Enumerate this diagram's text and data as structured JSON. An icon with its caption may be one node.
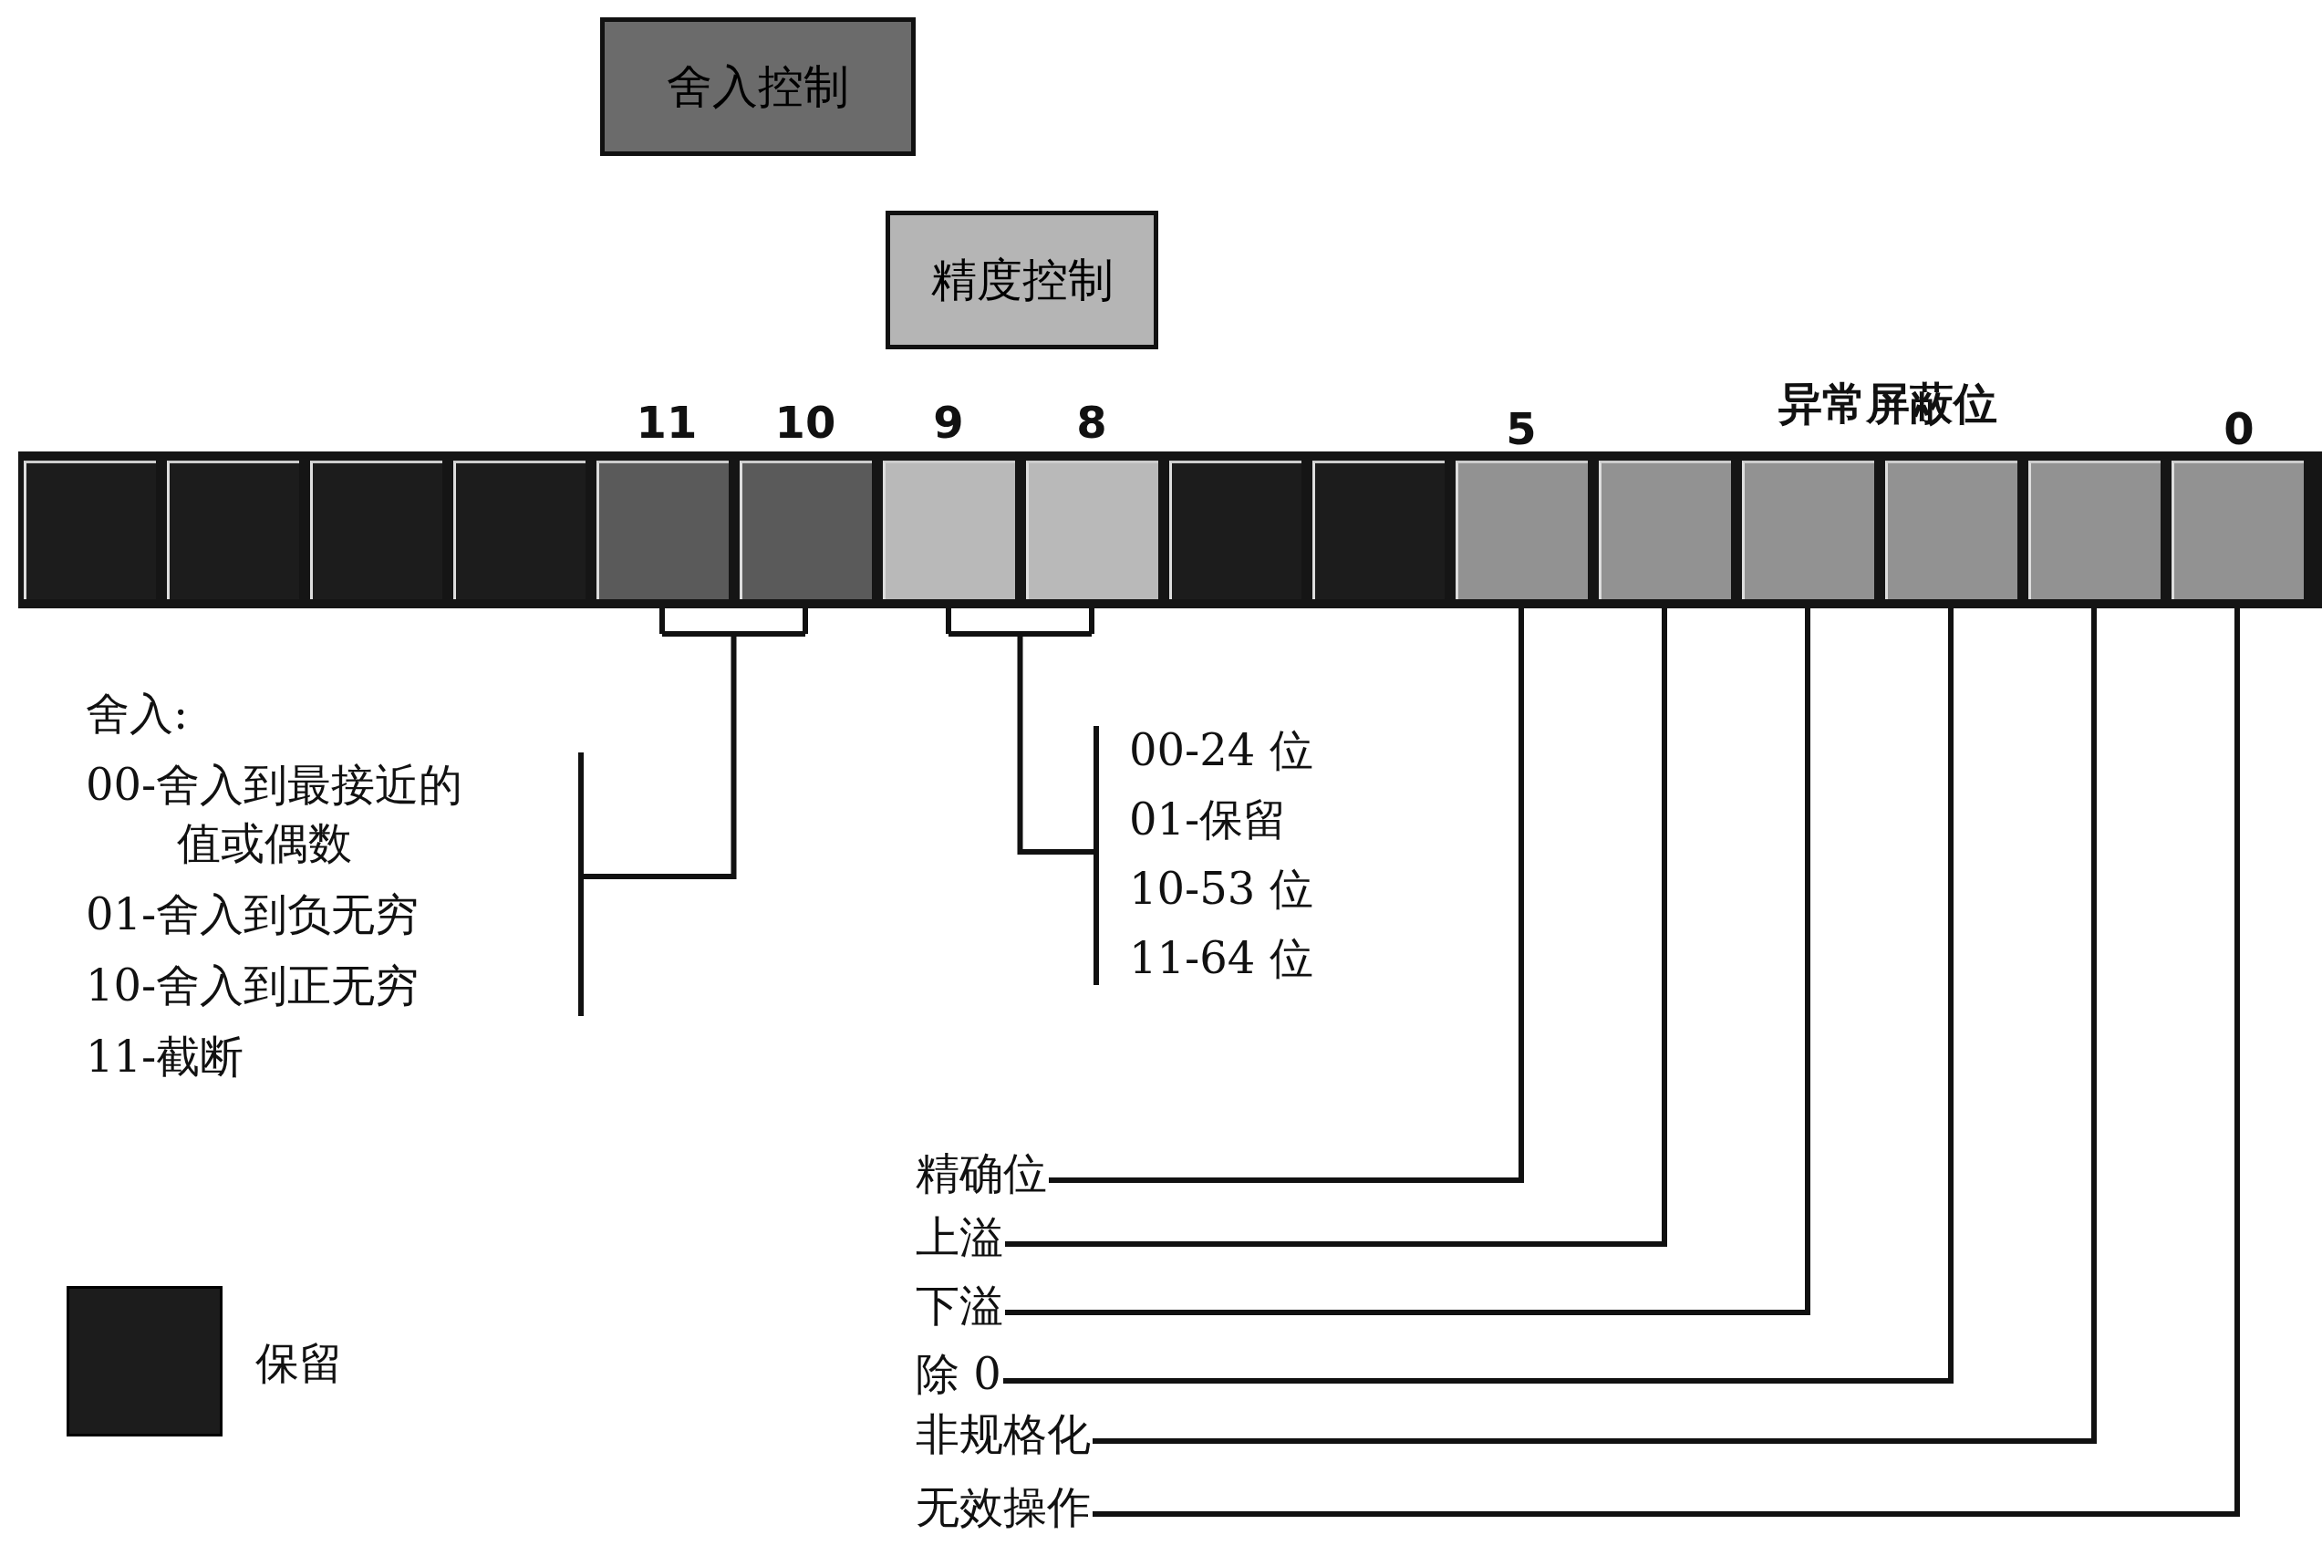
{
  "diagram": {
    "nodes": [
      {
        "text": [
          "舍入控制"
        ]
      },
      {
        "text": [
          "精度控制"
        ]
      },
      {
        "text": [],
        "shape": "box"
      },
      {
        "text": [],
        "shape": "box"
      },
      {
        "text": [],
        "shape": "box"
      },
      {
        "text": [],
        "shape": "box"
      },
      {
        "text": [],
        "shape": "box"
      },
      {
        "text": [],
        "shape": "box"
      },
      {
        "text": [],
        "shape": "box"
      },
      {
        "text": [],
        "shape": "box"
      },
      {
        "text": [],
        "shape": "box"
      },
      {
        "text": [],
        "shape": "box"
      },
      {
        "text": [],
        "shape": "box"
      },
      {
        "text": [],
        "shape": "box"
      },
      {
        "text": [],
        "shape": "box"
      },
      {
        "text": [],
        "shape": "box"
      },
      {
        "text": [],
        "shape": "box"
      },
      {
        "text": [],
        "shape": "box"
      },
      {
        "text": [
          "舍入:",
          "00-舍入到最接近的值或偶数",
          "01-舍入到负无穷",
          "10-舍入到正无穷",
          "11-截断"
        ]
      },
      {
        "text": [
          "00-24 位",
          "01-保留",
          "10-53 位",
          "11-64 位"
        ]
      },
      {
        "text": [
          "精确位"
        ]
      },
      {
        "text": [
          "上溢"
        ]
      },
      {
        "text": [
          "下溢"
        ]
      },
      {
        "text": [
          "除 0"
        ]
      },
      {
        "text": [
          "非规格化"
        ]
      },
      {
        "text": [
          "无效操作"
        ]
      }
    ],
    "edges": [
      {
        "from": 18,
        "to": 6,
        "arrow": "none"
      },
      {
        "from": 18,
        "to": 7,
        "arrow": "none"
      },
      {
        "from": 19,
        "to": 8,
        "arrow": "none"
      },
      {
        "from": 19,
        "to": 9,
        "arrow": "none"
      },
      {
        "from": 20,
        "to": 12,
        "arrow": "none"
      },
      {
        "from": 21,
        "to": 13,
        "arrow": "none"
      },
      {
        "from": 22,
        "to": 14,
        "arrow": "none"
      },
      {
        "from": 23,
        "to": 15,
        "arrow": "none"
      },
      {
        "from": 24,
        "to": 16,
        "arrow": "none"
      },
      {
        "from": 25,
        "to": 17,
        "arrow": "none"
      }
    ],
    "labels": [
      "11",
      "10",
      "9",
      "8",
      "5",
      "异常屏蔽位",
      "0"
    ],
    "legend": [
      {
        "text": "保留",
        "color": "#1c1c1c"
      }
    ]
  }
}
